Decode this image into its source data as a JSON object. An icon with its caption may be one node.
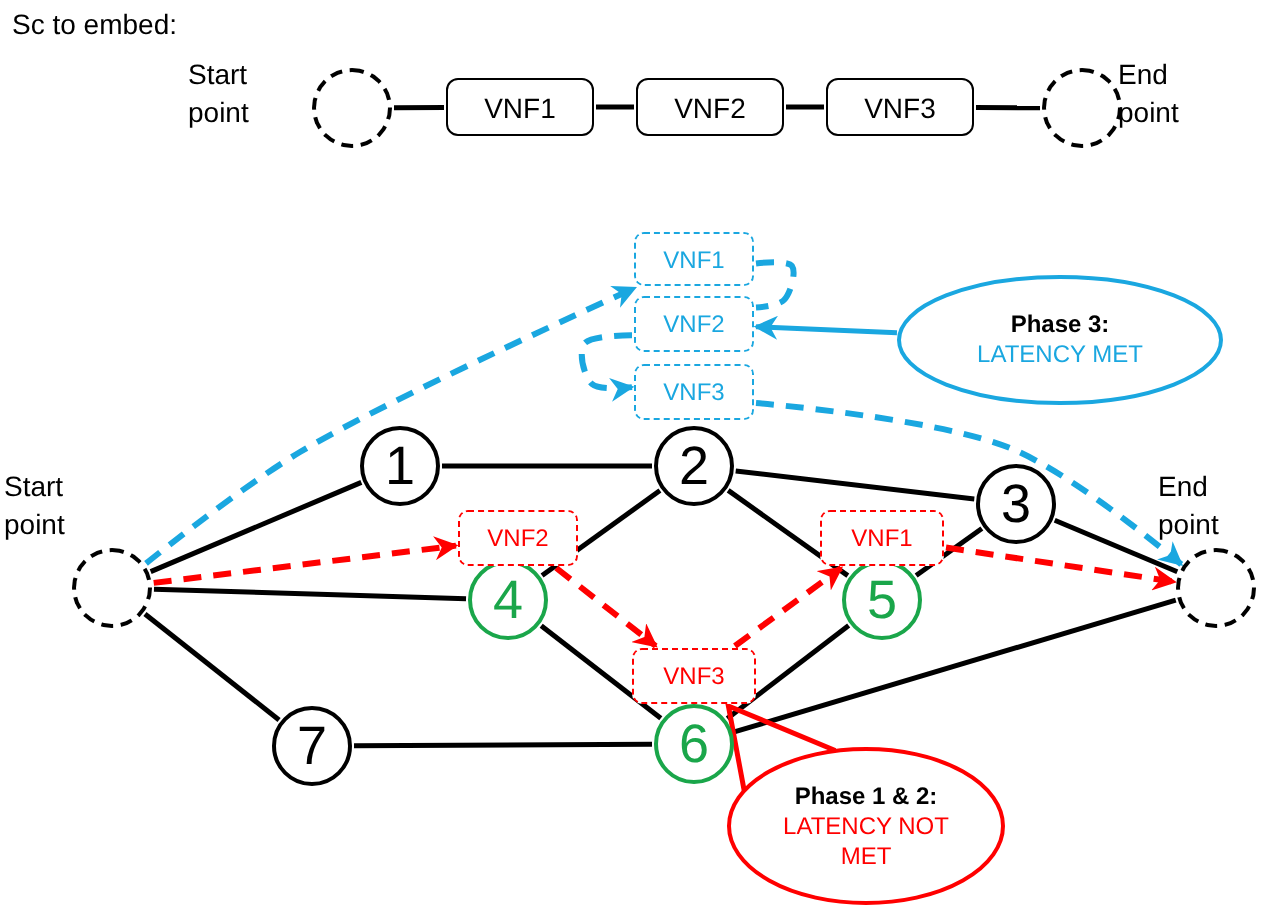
{
  "diagram": {
    "nodes": [
      {
        "text": [],
        "shape": "circle",
        "beside": [
          "Start point"
        ]
      },
      {
        "text": [
          "VNF1"
        ]
      },
      {
        "text": [
          "VNF2"
        ]
      },
      {
        "text": [
          "VNF3"
        ]
      },
      {
        "text": [],
        "shape": "circle",
        "beside": [
          "End point"
        ]
      },
      {
        "text": [],
        "shape": "circle",
        "beside": [
          "Start point"
        ]
      },
      {
        "text": [
          "1"
        ]
      },
      {
        "text": [
          "2"
        ]
      },
      {
        "text": [
          "3"
        ]
      },
      {
        "text": [
          "4"
        ]
      },
      {
        "text": [
          "5"
        ]
      },
      {
        "text": [
          "6"
        ]
      },
      {
        "text": [
          "7"
        ]
      },
      {
        "text": [],
        "shape": "circle",
        "beside": [
          "End point"
        ]
      },
      {
        "text": [
          "VNF1"
        ]
      },
      {
        "text": [
          "VNF2"
        ]
      },
      {
        "text": [
          "VNF3"
        ]
      },
      {
        "text": [
          "VNF2"
        ]
      },
      {
        "text": [
          "VNF3"
        ]
      },
      {
        "text": [
          "VNF1"
        ]
      },
      {
        "text": [
          "Phase 3:",
          "LATENCY MET"
        ]
      },
      {
        "text": [
          "Phase 1 & 2:",
          "LATENCY NOT MET"
        ]
      }
    ],
    "edges": [
      {
        "from": 0,
        "to": 1,
        "arrow": "none"
      },
      {
        "from": 1,
        "to": 2,
        "arrow": "none"
      },
      {
        "from": 2,
        "to": 3,
        "arrow": "none"
      },
      {
        "from": 3,
        "to": 4,
        "arrow": "none"
      },
      {
        "from": 5,
        "to": 6,
        "arrow": "none"
      },
      {
        "from": 6,
        "to": 7,
        "arrow": "none"
      },
      {
        "from": 7,
        "to": 8,
        "arrow": "none"
      },
      {
        "from": 5,
        "to": 9,
        "arrow": "none"
      },
      {
        "from": 7,
        "to": 9,
        "arrow": "none"
      },
      {
        "from": 7,
        "to": 10,
        "arrow": "none"
      },
      {
        "from": 10,
        "to": 8,
        "arrow": "none"
      },
      {
        "from": 8,
        "to": 13,
        "arrow": "none"
      },
      {
        "from": 5,
        "to": 12,
        "arrow": "none"
      },
      {
        "from": 12,
        "to": 11,
        "arrow": "none"
      },
      {
        "from": 11,
        "to": 13,
        "arrow": "none"
      },
      {
        "from": 9,
        "to": 11,
        "arrow": "none"
      },
      {
        "from": 10,
        "to": 11,
        "arrow": "none"
      },
      {
        "from": 5,
        "to": 14,
        "arrow": "to",
        "style": "dashed",
        "color": "#1aa7e0"
      },
      {
        "from": 14,
        "to": 15,
        "arrow": "none",
        "style": "dashed",
        "color": "#1aa7e0"
      },
      {
        "from": 15,
        "to": 16,
        "arrow": "to",
        "style": "dashed",
        "color": "#1aa7e0"
      },
      {
        "from": 16,
        "to": 13,
        "arrow": "to",
        "style": "dashed",
        "color": "#1aa7e0"
      },
      {
        "from": 5,
        "to": 17,
        "arrow": "to",
        "style": "dashed",
        "color": "#ff0000"
      },
      {
        "from": 17,
        "to": 18,
        "arrow": "to",
        "style": "dashed",
        "color": "#ff0000"
      },
      {
        "from": 18,
        "to": 19,
        "arrow": "to",
        "style": "dashed",
        "color": "#ff0000"
      },
      {
        "from": 19,
        "to": 13,
        "arrow": "to",
        "style": "dashed",
        "color": "#ff0000"
      },
      {
        "from": 20,
        "to": 15,
        "arrow": "to",
        "color": "#1aa7e0"
      },
      {
        "from": 21,
        "to": 18,
        "arrow": "none",
        "color": "#ff0000"
      }
    ],
    "labels": [
      "Sc to embed:"
    ]
  }
}
